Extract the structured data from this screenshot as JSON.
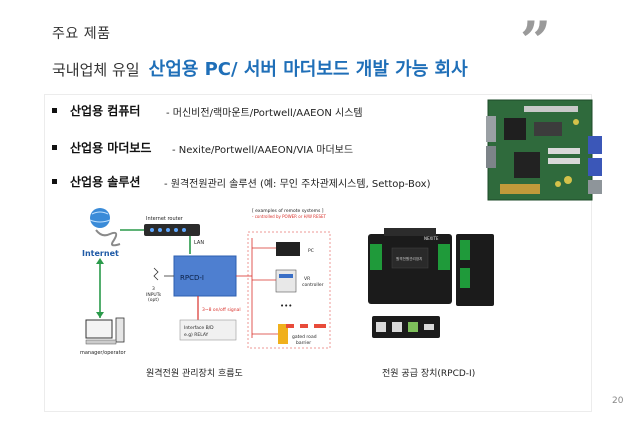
{
  "slide": {
    "section_label": "주요 제품",
    "headline_prefix": "국내업체 유일",
    "headline_main": "산업용 PC/ 서버 마더보드 개발 가능 회사",
    "page_number": "20"
  },
  "bullets": [
    {
      "title": "산업용 컴퓨터",
      "description": "- 머신비전/랙마운트/Portwell/AAEON 시스템"
    },
    {
      "title": "산업용 마더보드",
      "description": "- Nexite/Portwell/AAEON/VIA 마더보드"
    },
    {
      "title": "산업용 솔루션",
      "description": "- 원격전원관리 솔루션 (예: 무인 주차관제시스템, Settop-Box)"
    }
  ],
  "diagram": {
    "internet_label": "Internet",
    "router_label": "Internet router",
    "lan_label": "LAN",
    "device_label": "RPCD-I",
    "inputs_label_1": "3",
    "inputs_label_2": "INPUTs",
    "inputs_label_3": "(opt)",
    "signal_label": "3~8 on/off signal",
    "interface_label_1": "Interface B/D",
    "interface_label_2": "e.g) RELAY",
    "manager_label": "manager/operator",
    "examples_label_1": "[ examples of remote systems ]",
    "examples_label_2": "- controlled by POWER or H/W RESET",
    "pc_label": "PC",
    "vr_label_1": "VR",
    "vr_label_2": "controller",
    "gate_label_1": "gated road",
    "gate_label_2": "barrier",
    "ellipsis": "•••"
  },
  "device": {
    "panel_text": "원격전원관리장치",
    "brand": "NEXITE"
  },
  "captions": {
    "diagram": "원격전원 관리장치 흐름도",
    "device": "전원 공급 장치(RPCD-Ⅰ)"
  },
  "colors": {
    "accent": "#1f6fb8",
    "quote": "#9a9a9a",
    "board_green": "#2f6a3c",
    "device_black": "#1b1b1b",
    "connector_green": "#1f9a3a"
  }
}
